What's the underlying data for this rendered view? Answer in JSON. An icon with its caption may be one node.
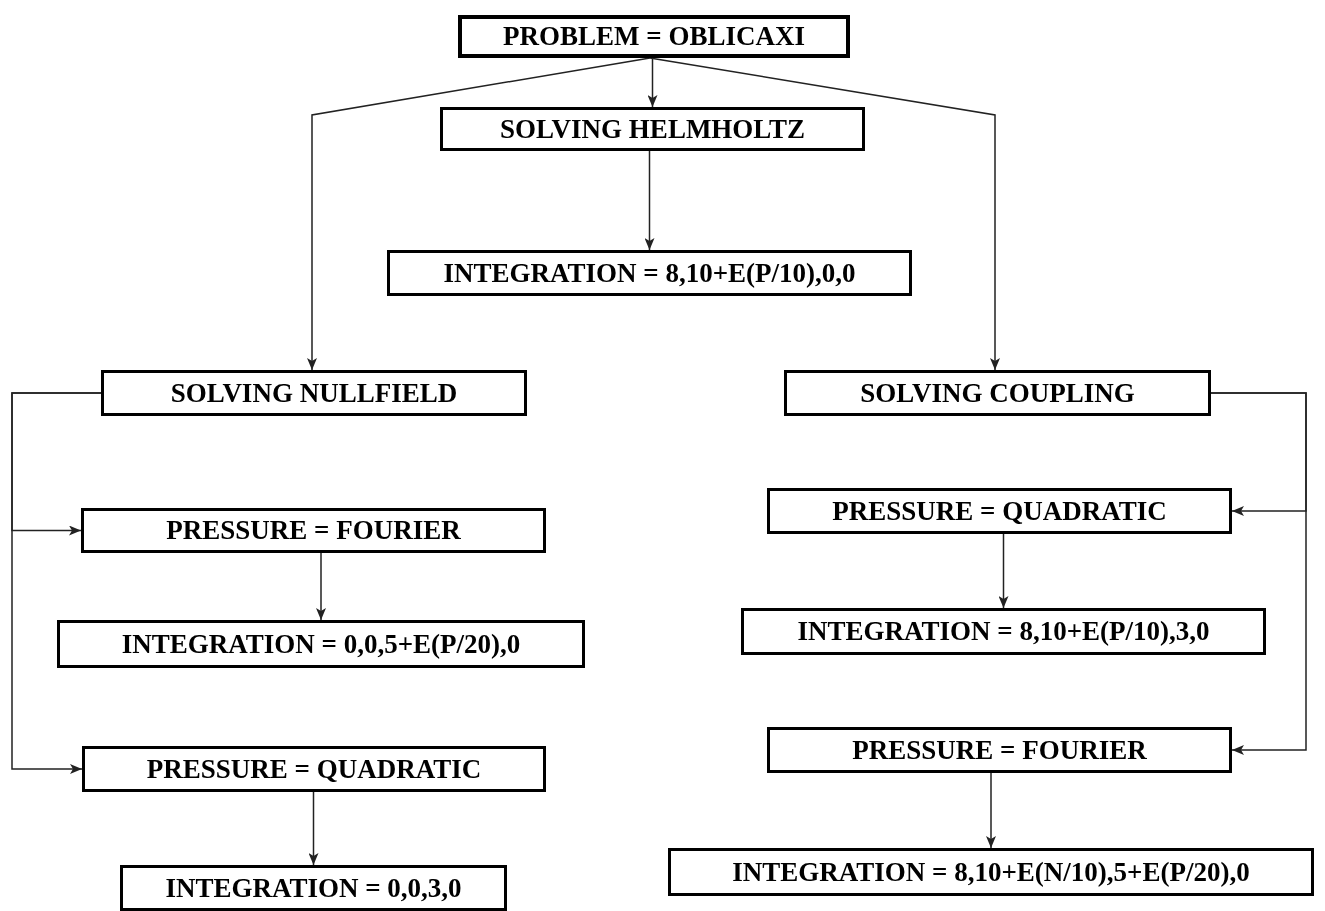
{
  "diagram": {
    "nodes": [
      {
        "text": [
          "PROBLEM = OBLICAXI"
        ]
      },
      {
        "text": [
          "SOLVING HELMHOLTZ"
        ]
      },
      {
        "text": [
          "INTEGRATION = 8,10+E(P/10),0,0"
        ]
      },
      {
        "text": [
          "SOLVING NULLFIELD"
        ]
      },
      {
        "text": [
          "PRESSURE = FOURIER"
        ]
      },
      {
        "text": [
          "INTEGRATION = 0,0,5+E(P/20),0"
        ]
      },
      {
        "text": [
          "PRESSURE = QUADRATIC"
        ]
      },
      {
        "text": [
          "INTEGRATION = 0,0,3,0"
        ]
      },
      {
        "text": [
          "SOLVING COUPLING"
        ]
      },
      {
        "text": [
          "PRESSURE = QUADRATIC"
        ]
      },
      {
        "text": [
          "INTEGRATION = 8,10+E(P/10),3,0"
        ]
      },
      {
        "text": [
          "PRESSURE = FOURIER"
        ]
      },
      {
        "text": [
          "INTEGRATION = 8,10+E(N/10),5+E(P/20),0"
        ]
      }
    ],
    "edges": [
      {
        "from": 0,
        "to": 1,
        "arrow": "to"
      },
      {
        "from": 0,
        "to": 3,
        "arrow": "to"
      },
      {
        "from": 0,
        "to": 8,
        "arrow": "to"
      },
      {
        "from": 1,
        "to": 2,
        "arrow": "to"
      },
      {
        "from": 3,
        "to": 4,
        "arrow": "to"
      },
      {
        "from": 3,
        "to": 6,
        "arrow": "to"
      },
      {
        "from": 4,
        "to": 5,
        "arrow": "to"
      },
      {
        "from": 6,
        "to": 7,
        "arrow": "to"
      },
      {
        "from": 8,
        "to": 9,
        "arrow": "to"
      },
      {
        "from": 8,
        "to": 11,
        "arrow": "to"
      },
      {
        "from": 9,
        "to": 10,
        "arrow": "to"
      },
      {
        "from": 11,
        "to": 12,
        "arrow": "to"
      }
    ]
  }
}
